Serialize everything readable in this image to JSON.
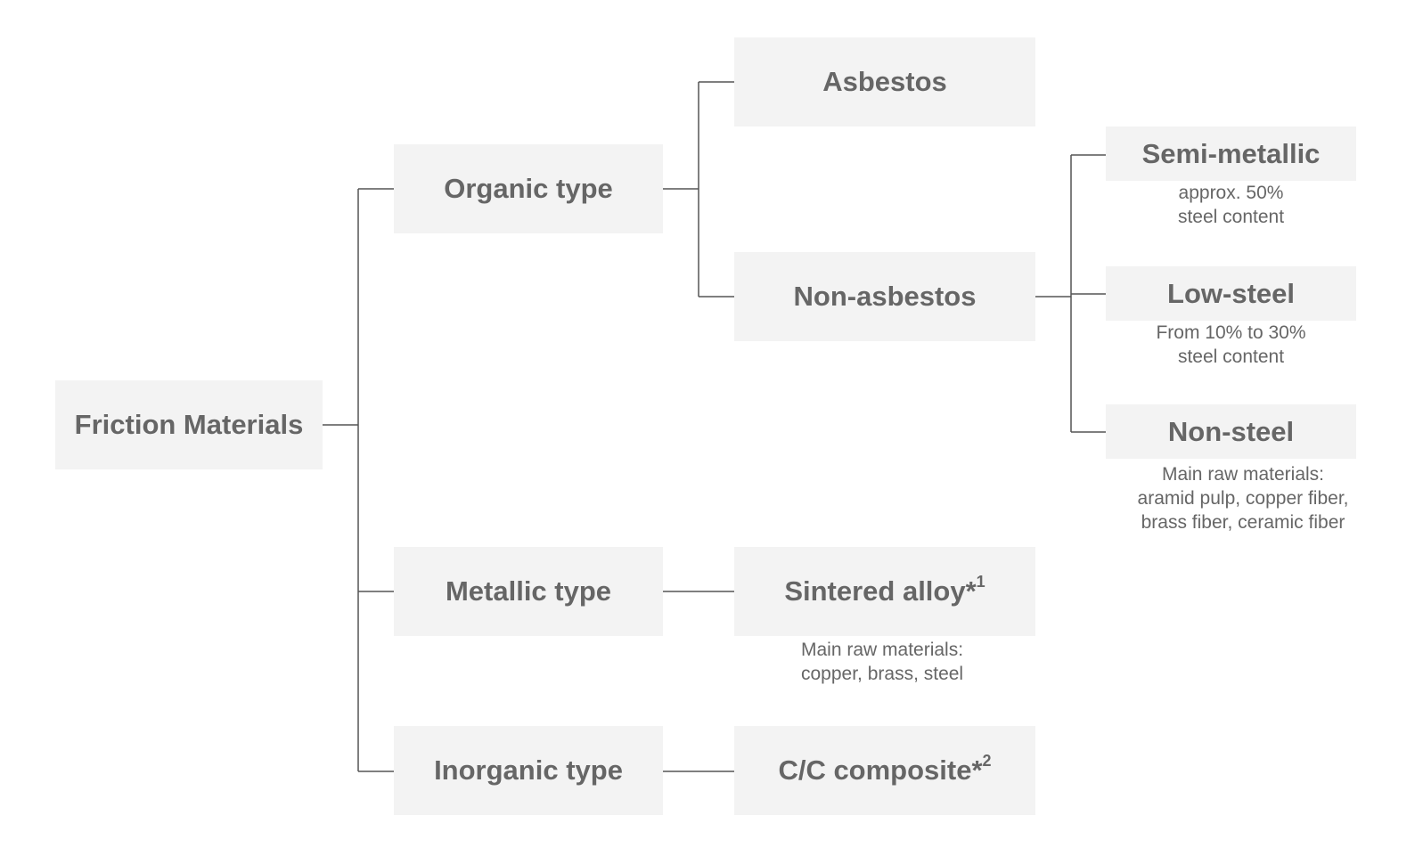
{
  "diagram": {
    "root": "Friction Materials",
    "organic": "Organic type",
    "metallic": "Metallic type",
    "inorganic": "Inorganic type",
    "asbestos": "Asbestos",
    "non_asbestos": "Non-asbestos",
    "sintered": {
      "label": "Sintered alloy*",
      "sup": "1"
    },
    "cc_composite": {
      "label": "C/C composite*",
      "sup": "2"
    },
    "semi_metallic": {
      "label": "Semi-metallic",
      "note": [
        "approx. 50%",
        "steel content"
      ]
    },
    "low_steel": {
      "label": "Low-steel",
      "note": [
        "From 10% to 30%",
        "steel content"
      ]
    },
    "non_steel": {
      "label": "Non-steel",
      "note": [
        "Main raw materials:",
        "aramid pulp, copper fiber,",
        "brass fiber, ceramic fiber"
      ]
    },
    "sintered_note": [
      "Main raw materials:",
      "copper, brass, steel"
    ]
  },
  "colors": {
    "box_fill": "#f3f3f3",
    "text": "#666666",
    "line": "#555555"
  }
}
